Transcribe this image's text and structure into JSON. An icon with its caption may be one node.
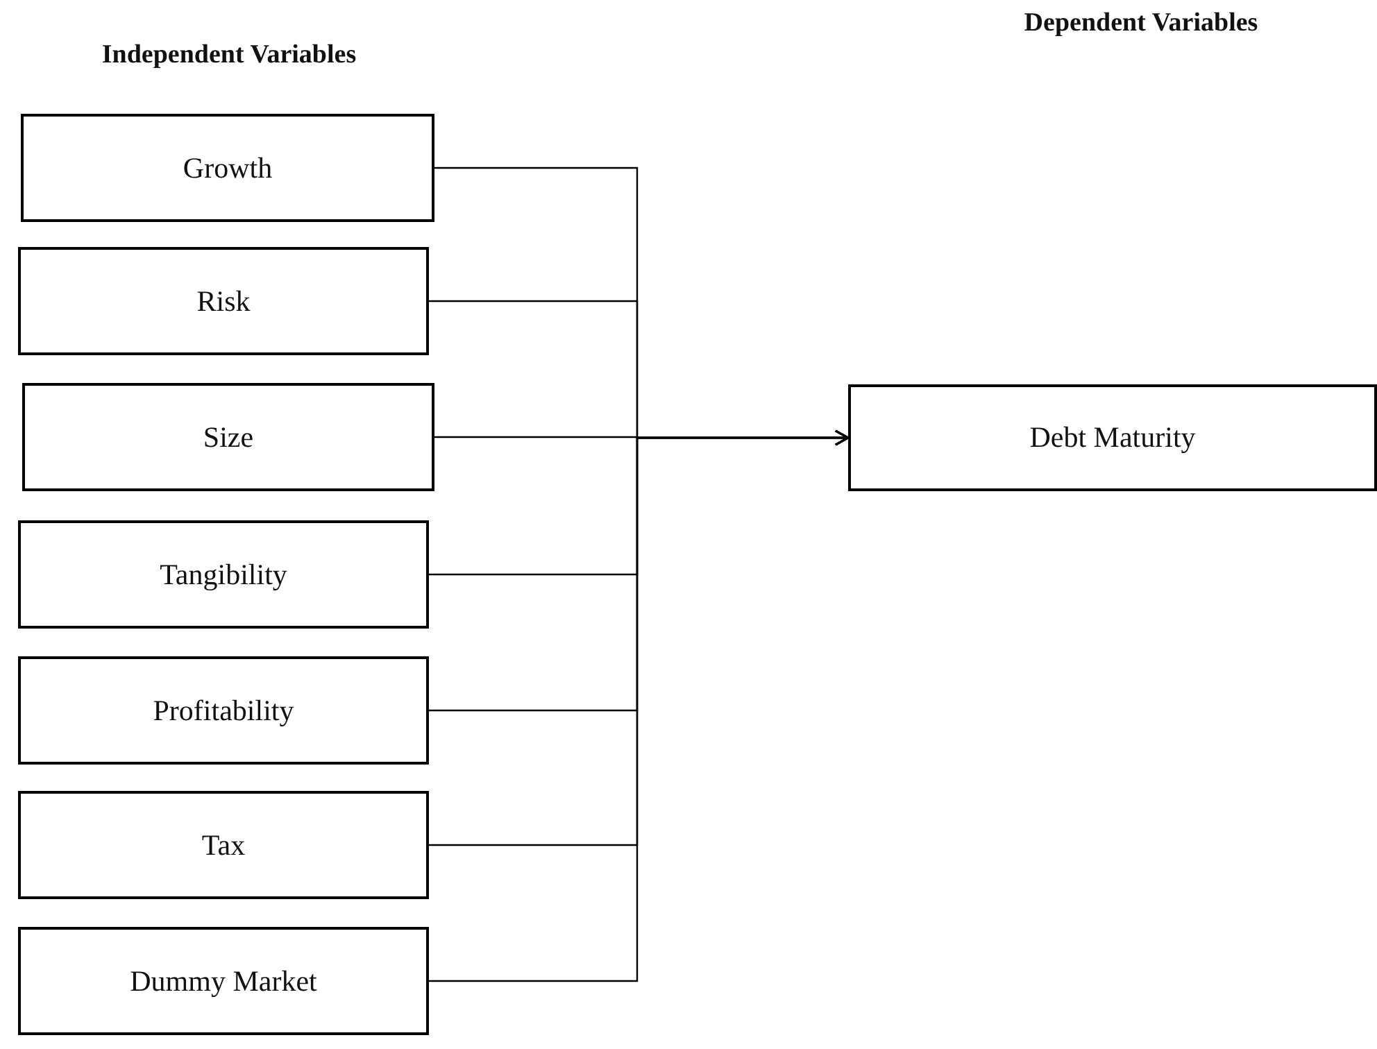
{
  "diagram": {
    "nodes": [
      {
        "text": [
          "Growth"
        ]
      },
      {
        "text": [
          "Risk"
        ]
      },
      {
        "text": [
          "Size"
        ]
      },
      {
        "text": [
          "Tangibility"
        ]
      },
      {
        "text": [
          "Profitability"
        ]
      },
      {
        "text": [
          "Tax"
        ]
      },
      {
        "text": [
          "Dummy Market"
        ]
      },
      {
        "text": [
          "Debt Maturity"
        ]
      }
    ],
    "edges": [
      {
        "from": 0,
        "to": 7,
        "arrow": "to"
      },
      {
        "from": 1,
        "to": 7,
        "arrow": "to"
      },
      {
        "from": 2,
        "to": 7,
        "arrow": "to"
      },
      {
        "from": 3,
        "to": 7,
        "arrow": "to"
      },
      {
        "from": 4,
        "to": 7,
        "arrow": "to"
      },
      {
        "from": 5,
        "to": 7,
        "arrow": "to"
      },
      {
        "from": 6,
        "to": 7,
        "arrow": "to"
      }
    ],
    "labels": [
      "Independent Variables",
      "Dependent Variables"
    ]
  }
}
